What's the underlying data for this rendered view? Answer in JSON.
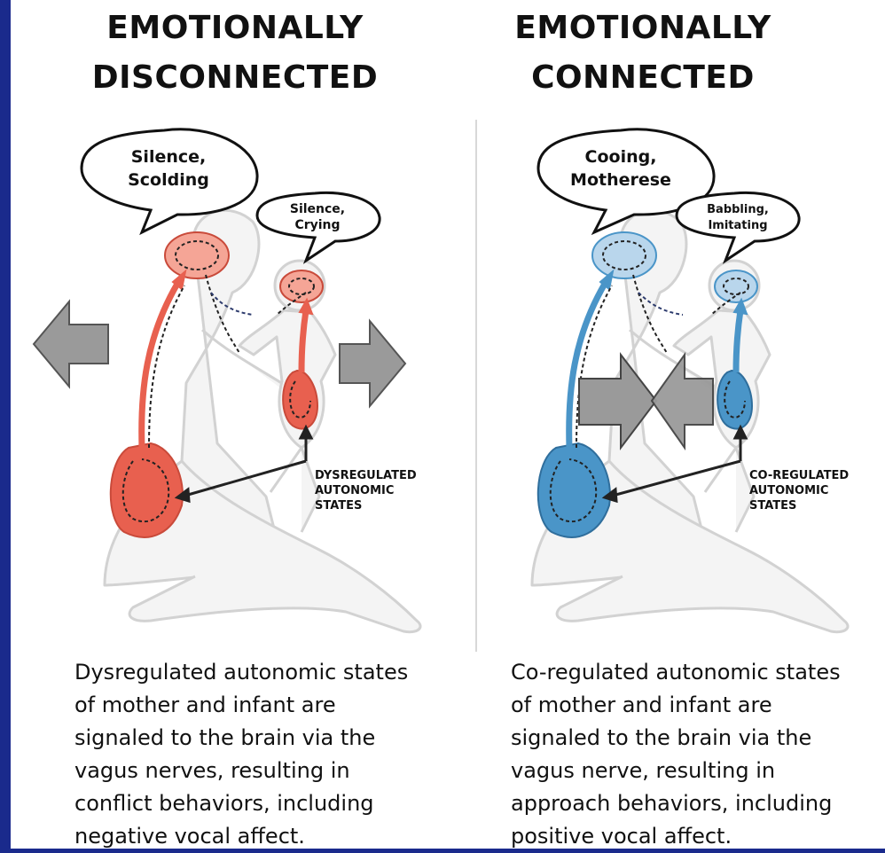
{
  "left_panel": {
    "title_line1": "EMOTIONALLY",
    "title_line2": "DISCONNECTED",
    "mother_speech": [
      "Silence,",
      "Scolding"
    ],
    "infant_speech": [
      "Silence,",
      "Crying"
    ],
    "state_label": [
      "DYSREGULATED",
      "AUTONOMIC",
      "STATES"
    ],
    "caption": [
      "Dysregulated autonomic states",
      "of mother and infant are",
      "signaled to the brain via the",
      "vagus nerves, resulting in",
      "conflict behaviors, including",
      "negative vocal affect."
    ],
    "accent_color": "#e86a5a"
  },
  "right_panel": {
    "title_line1": "EMOTIONALLY",
    "title_line2": "CONNECTED",
    "mother_speech": [
      "Cooing,",
      "Motherese"
    ],
    "infant_speech": [
      "Babbling,",
      "Imitating"
    ],
    "state_label": [
      "CO-REGULATED",
      "AUTONOMIC",
      "STATES"
    ],
    "caption": [
      "Co-regulated autonomic states",
      "of mother and infant are",
      "signaled to the brain via the",
      "vagus nerve, resulting in",
      "approach behaviors, including",
      "positive vocal affect."
    ],
    "accent_color": "#4a95c8"
  },
  "colors": {
    "background": "#1a2a8c",
    "arrow_gray": "#9a9a9a",
    "figure_outline": "#d4d4d4"
  }
}
